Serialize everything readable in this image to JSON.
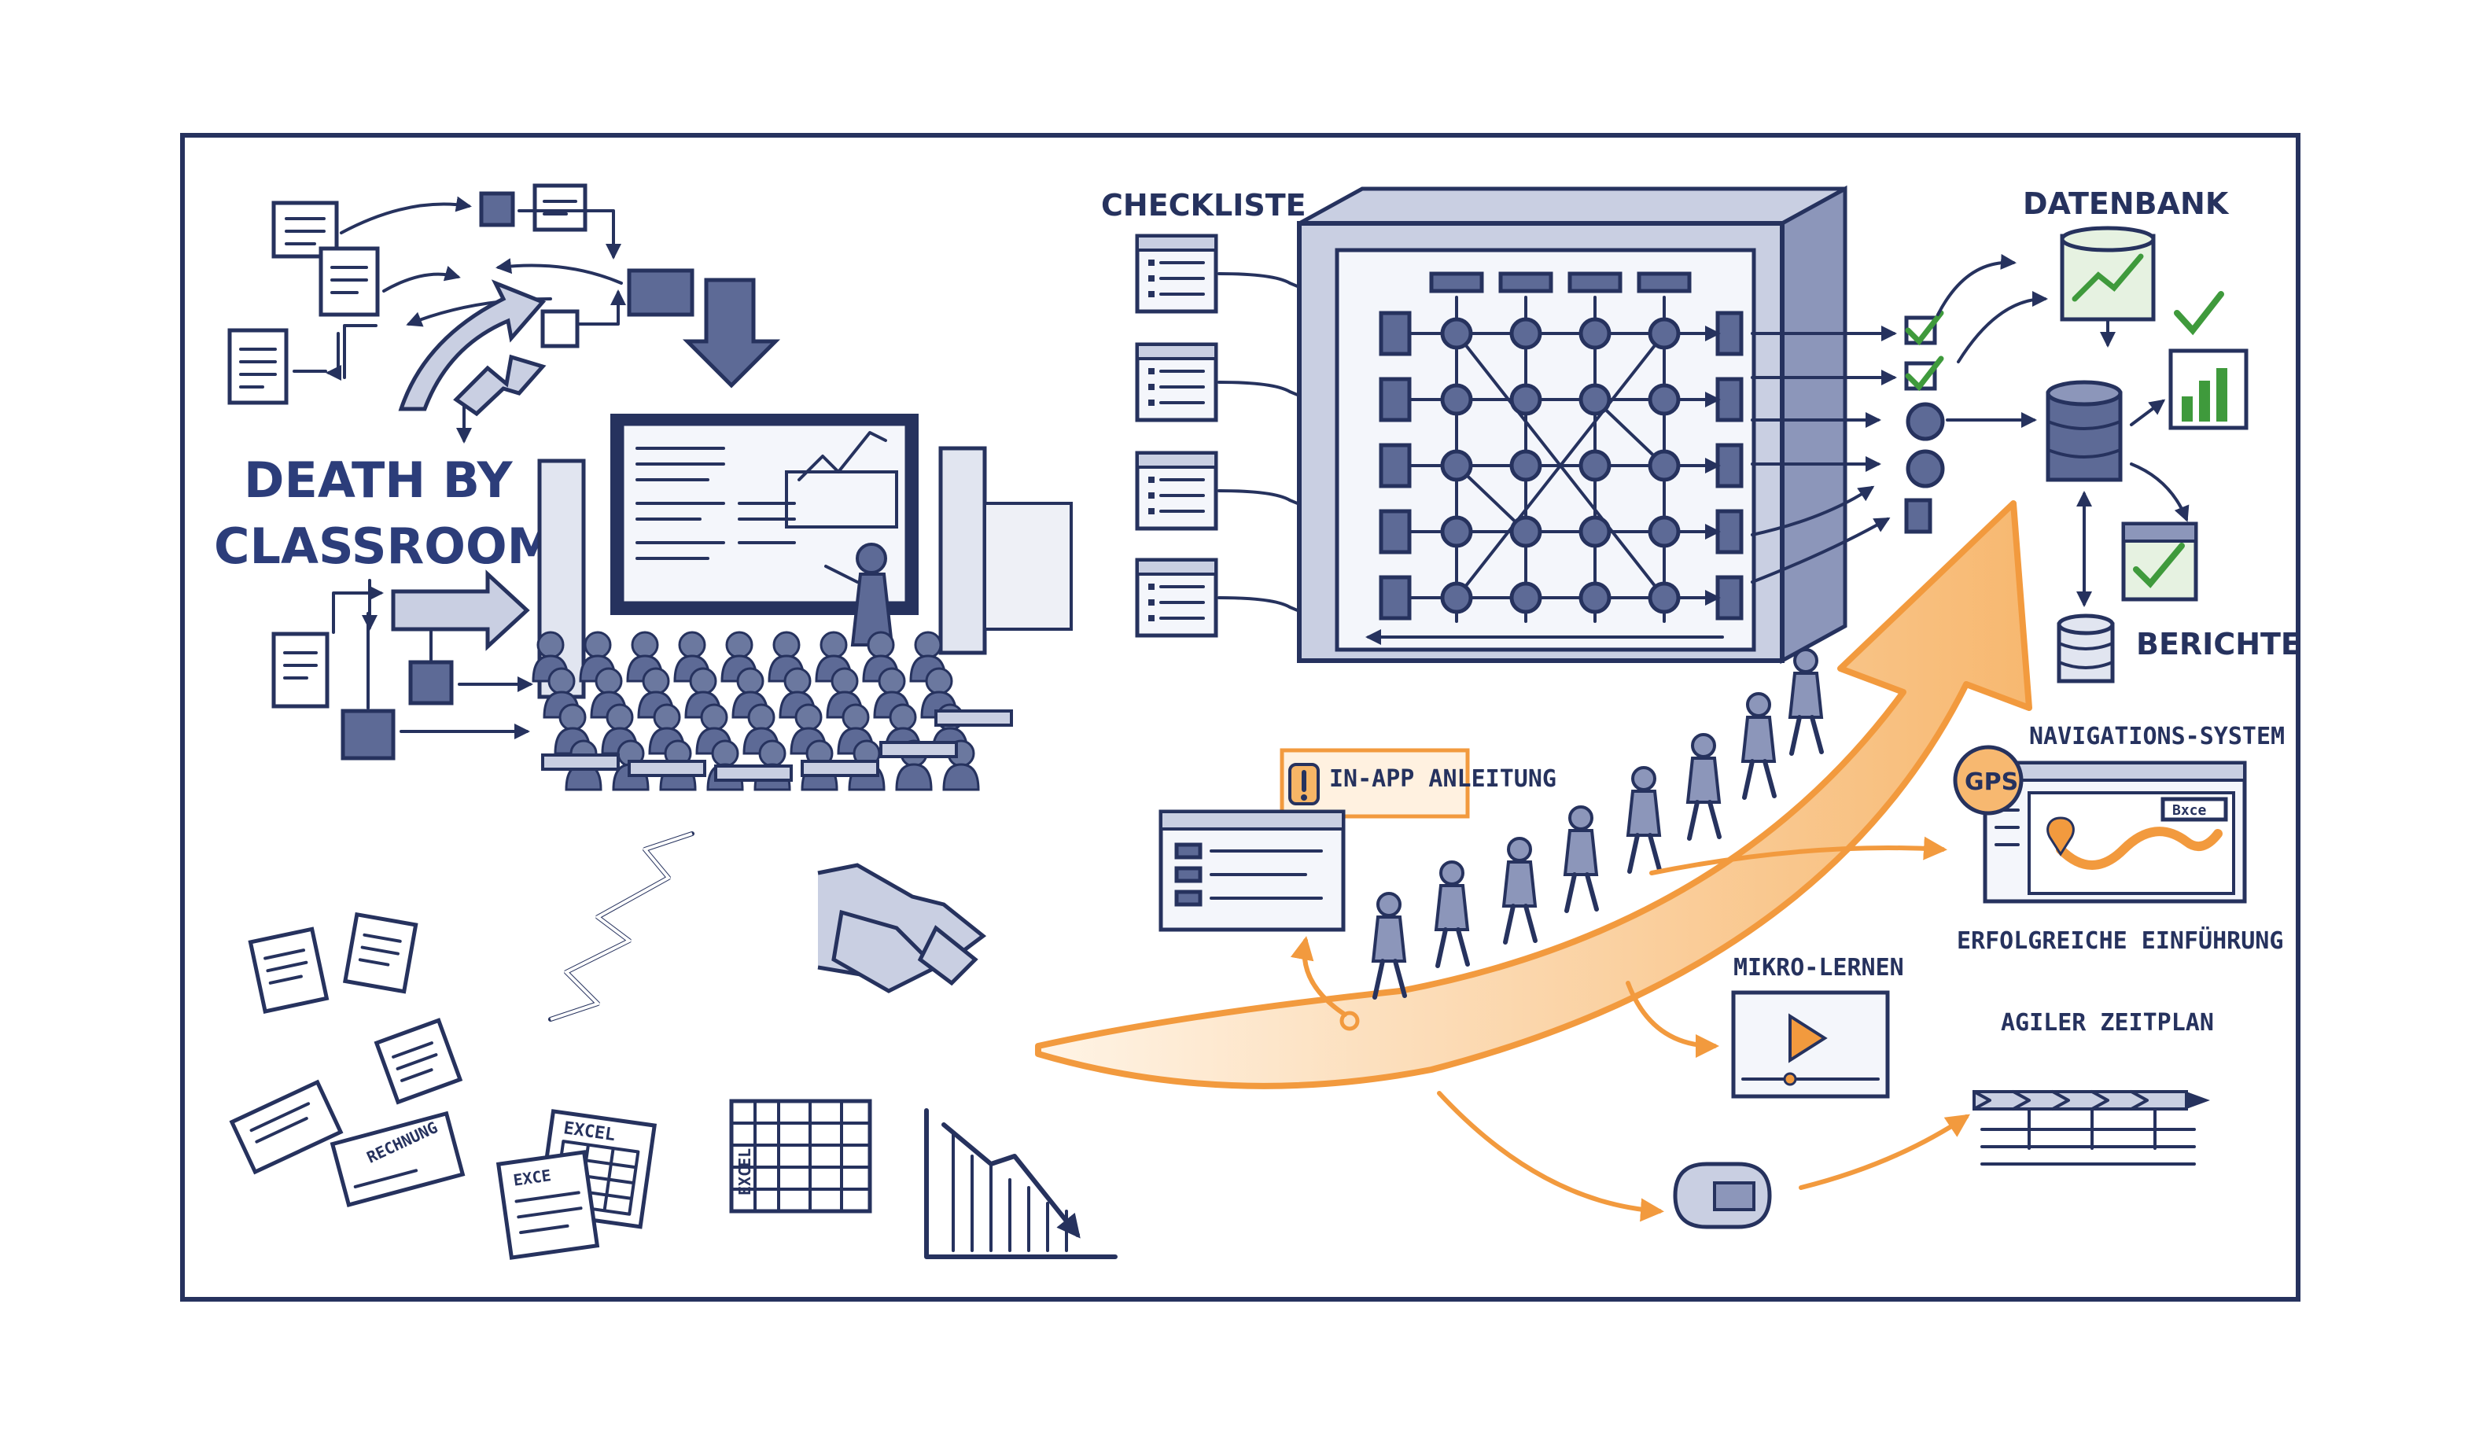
{
  "labels": {
    "title_line1": "DEATH BY",
    "title_line2": "CLASSROOM",
    "checkliste": "CHECKLISTE",
    "datenbank": "DATENBANK",
    "berichte": "BERICHTE",
    "in_app": "IN-APP ANLEITUNG",
    "navigation": "NAVIGATIONS-SYSTEM",
    "gps": "GPS",
    "map_tag": "Bxce",
    "erfolg": "ERFOLGREICHE EINFÜHRUNG",
    "mikro": "MIKRO-LERNEN",
    "agiler": "AGILER ZEITPLAN",
    "excel1": "EXCEL",
    "excel2": "EXCE",
    "excel3": "EXCEL",
    "rechnung": "RECHNUNG"
  },
  "colors": {
    "ink": "#26325e",
    "accent_orange": "#f29a3e",
    "success_green": "#3f9a3c",
    "shade": "#c9cfe2"
  },
  "icons": {
    "database": "database-icon",
    "video": "play-video-icon",
    "checkmark": "checkmark-icon",
    "gps": "gps-pin-icon",
    "trend_down": "trend-down-chart-icon"
  }
}
